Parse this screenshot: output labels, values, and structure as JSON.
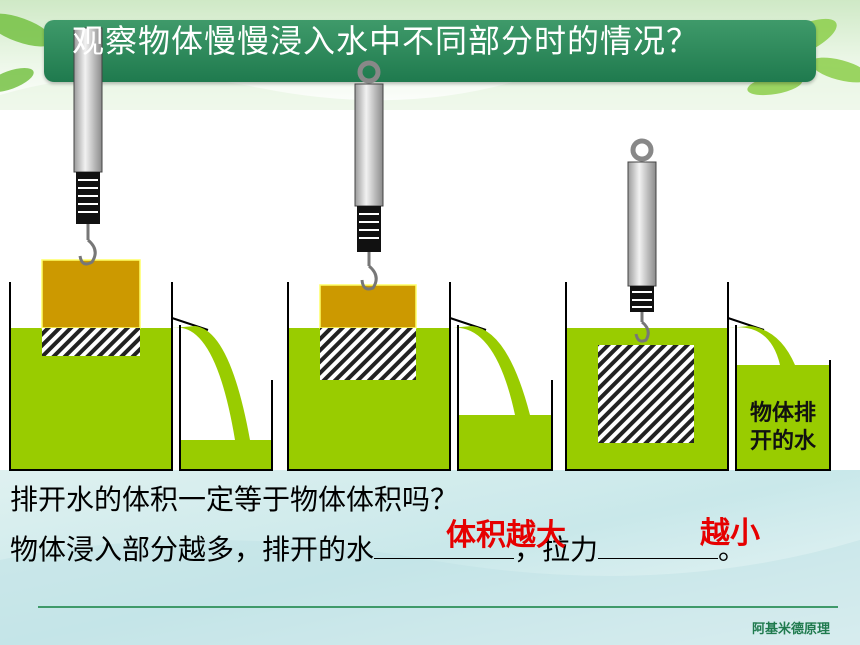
{
  "title": "观察物体慢慢浸入水中不同部分时的情况？",
  "diagram": {
    "overflow_label_line1": "物体排",
    "overflow_label_line2": "开的水",
    "water_color": "#99cc00",
    "block_color": "#cc9900"
  },
  "question1": "排开水的体积一定等于物体体积吗？",
  "question2": {
    "part1": "物体浸入部分越多，排开的水",
    "part2": "，拉力",
    "part3": "。",
    "answer1": "体积越大",
    "answer2": "越小"
  },
  "footer": "阿基米德原理",
  "colors": {
    "banner": "#2a8a5a",
    "answer": "#e60000"
  }
}
